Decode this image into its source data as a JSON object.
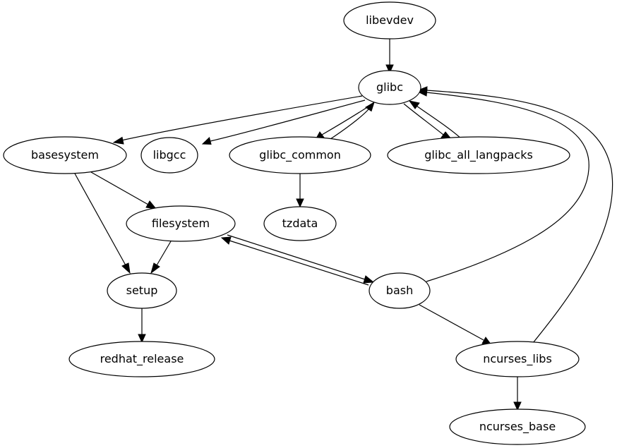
{
  "nodes": {
    "libevdev": "libevdev",
    "glibc": "glibc",
    "basesystem": "basesystem",
    "libgcc": "libgcc",
    "glibc_common": "glibc_common",
    "glibc_all_langpacks": "glibc_all_langpacks",
    "filesystem": "filesystem",
    "tzdata": "tzdata",
    "setup": "setup",
    "bash": "bash",
    "redhat_release": "redhat_release",
    "ncurses_libs": "ncurses_libs",
    "ncurses_base": "ncurses_base"
  },
  "edges": [
    {
      "from": "libevdev",
      "to": "glibc"
    },
    {
      "from": "glibc",
      "to": "basesystem"
    },
    {
      "from": "glibc",
      "to": "libgcc"
    },
    {
      "from": "glibc",
      "to": "glibc_common"
    },
    {
      "from": "glibc_common",
      "to": "glibc"
    },
    {
      "from": "glibc",
      "to": "glibc_all_langpacks"
    },
    {
      "from": "glibc_all_langpacks",
      "to": "glibc"
    },
    {
      "from": "glibc_common",
      "to": "tzdata"
    },
    {
      "from": "basesystem",
      "to": "filesystem"
    },
    {
      "from": "basesystem",
      "to": "setup"
    },
    {
      "from": "filesystem",
      "to": "setup"
    },
    {
      "from": "filesystem",
      "to": "bash"
    },
    {
      "from": "bash",
      "to": "filesystem"
    },
    {
      "from": "bash",
      "to": "glibc"
    },
    {
      "from": "bash",
      "to": "ncurses_libs"
    },
    {
      "from": "setup",
      "to": "redhat_release"
    },
    {
      "from": "ncurses_libs",
      "to": "glibc"
    },
    {
      "from": "ncurses_libs",
      "to": "ncurses_base"
    }
  ]
}
